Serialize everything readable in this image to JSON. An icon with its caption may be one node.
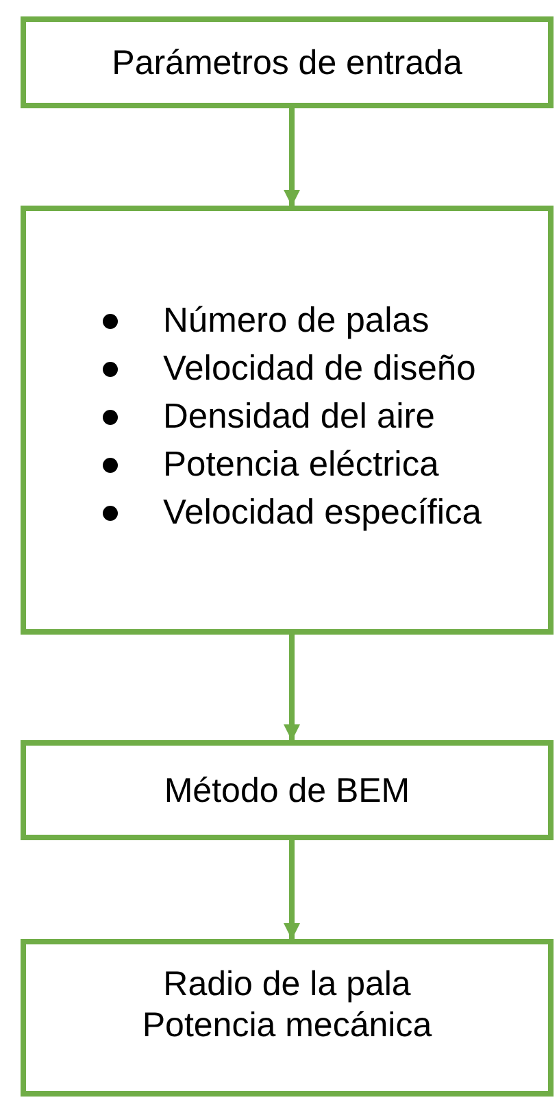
{
  "diagram": {
    "nodes": [
      {
        "text": [
          "Parámetros de entrada"
        ]
      },
      {
        "text": [
          "Número de palas",
          "Velocidad de diseño",
          "Densidad del aire",
          "Potencia eléctrica",
          "Velocidad específica"
        ]
      },
      {
        "text": [
          "Método de BEM"
        ]
      },
      {
        "text": [
          "Radio de la pala",
          "Potencia mecánica"
        ]
      }
    ],
    "edges": [
      {
        "from": 0,
        "to": 1,
        "arrow": "to"
      },
      {
        "from": 1,
        "to": 2,
        "arrow": "to"
      },
      {
        "from": 2,
        "to": 3,
        "arrow": "to"
      }
    ]
  }
}
